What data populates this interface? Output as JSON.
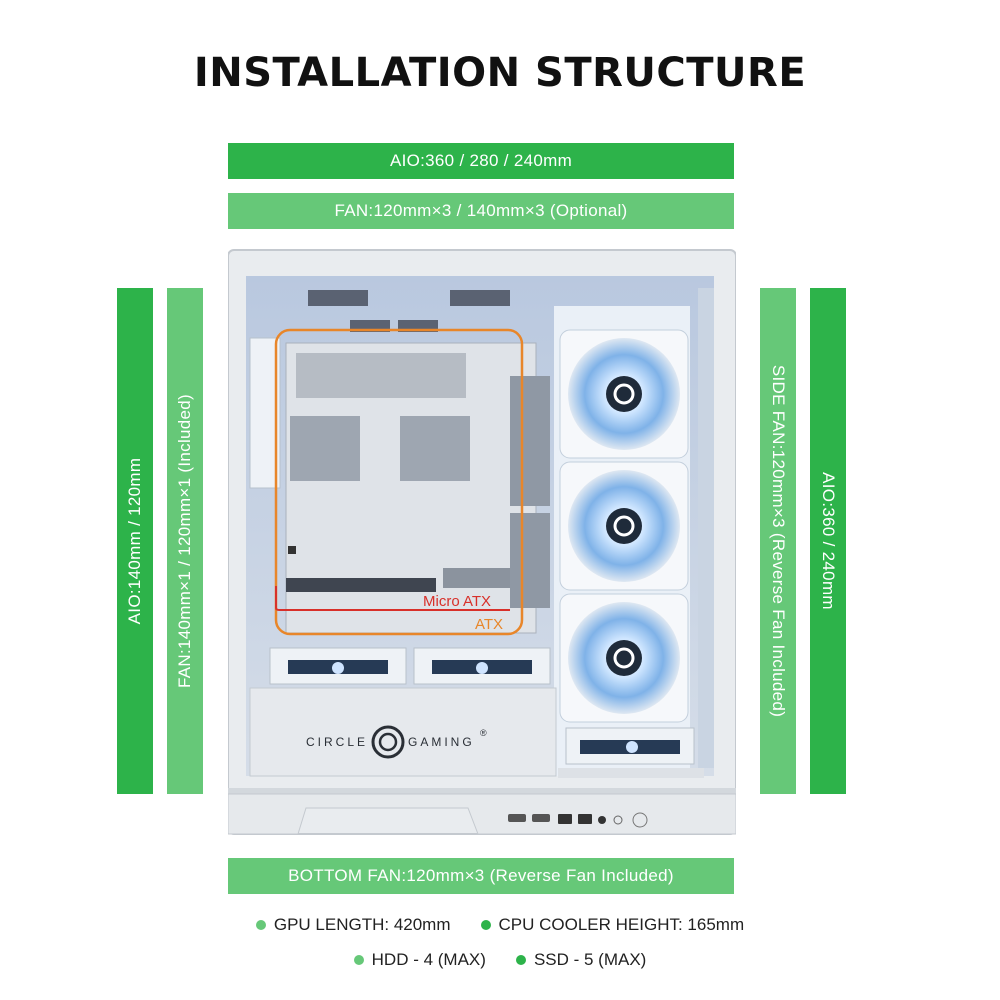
{
  "title": "INSTALLATION STRUCTURE",
  "top_aio": "AIO:360 / 280 / 240mm",
  "top_fan": "FAN:120mm×3 / 140mm×3 (Optional)",
  "left_aio": "AIO:140mm / 120mm",
  "left_fan": "FAN:140mm×1 / 120mm×1 (Included)",
  "right_fan": "SIDE FAN:120mm×3 (Reverse Fan Included)",
  "right_aio": "AIO:360 / 240mm",
  "bottom_fan": "BOTTOM FAN:120mm×3 (Reverse Fan Included)",
  "board_microatx": "Micro ATX",
  "board_atx": "ATX",
  "brand_left": "CIRCLE",
  "brand_right": "GAMING",
  "brand_mark": "®",
  "specs": {
    "gpu": "GPU LENGTH: 420mm",
    "cpu": "CPU COOLER HEIGHT: 165mm",
    "hdd": "HDD - 4 (MAX)",
    "ssd": "SSD - 5 (MAX)"
  },
  "colors": {
    "dark_green": "#2db34a",
    "light_green": "#66c878",
    "atx_orange": "#e8862a",
    "microatx_red": "#d8302a"
  }
}
